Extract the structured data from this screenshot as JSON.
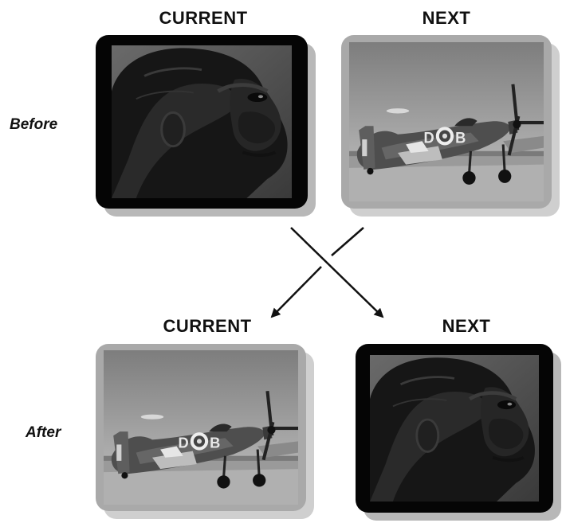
{
  "headers": {
    "before_current": "CURRENT",
    "before_next": "NEXT",
    "after_current": "CURRENT",
    "after_next": "NEXT"
  },
  "rows": {
    "before": "Before",
    "after": "After"
  },
  "colors": {
    "selected_frame": "#050505",
    "plain_frame": "#a9a9a9",
    "arrow": "#111111"
  },
  "slots": {
    "before_current": "gorilla-photo",
    "before_next": "spitfire-photo",
    "after_current": "spitfire-photo",
    "after_next": "gorilla-photo"
  },
  "plane_marking": "DOB"
}
